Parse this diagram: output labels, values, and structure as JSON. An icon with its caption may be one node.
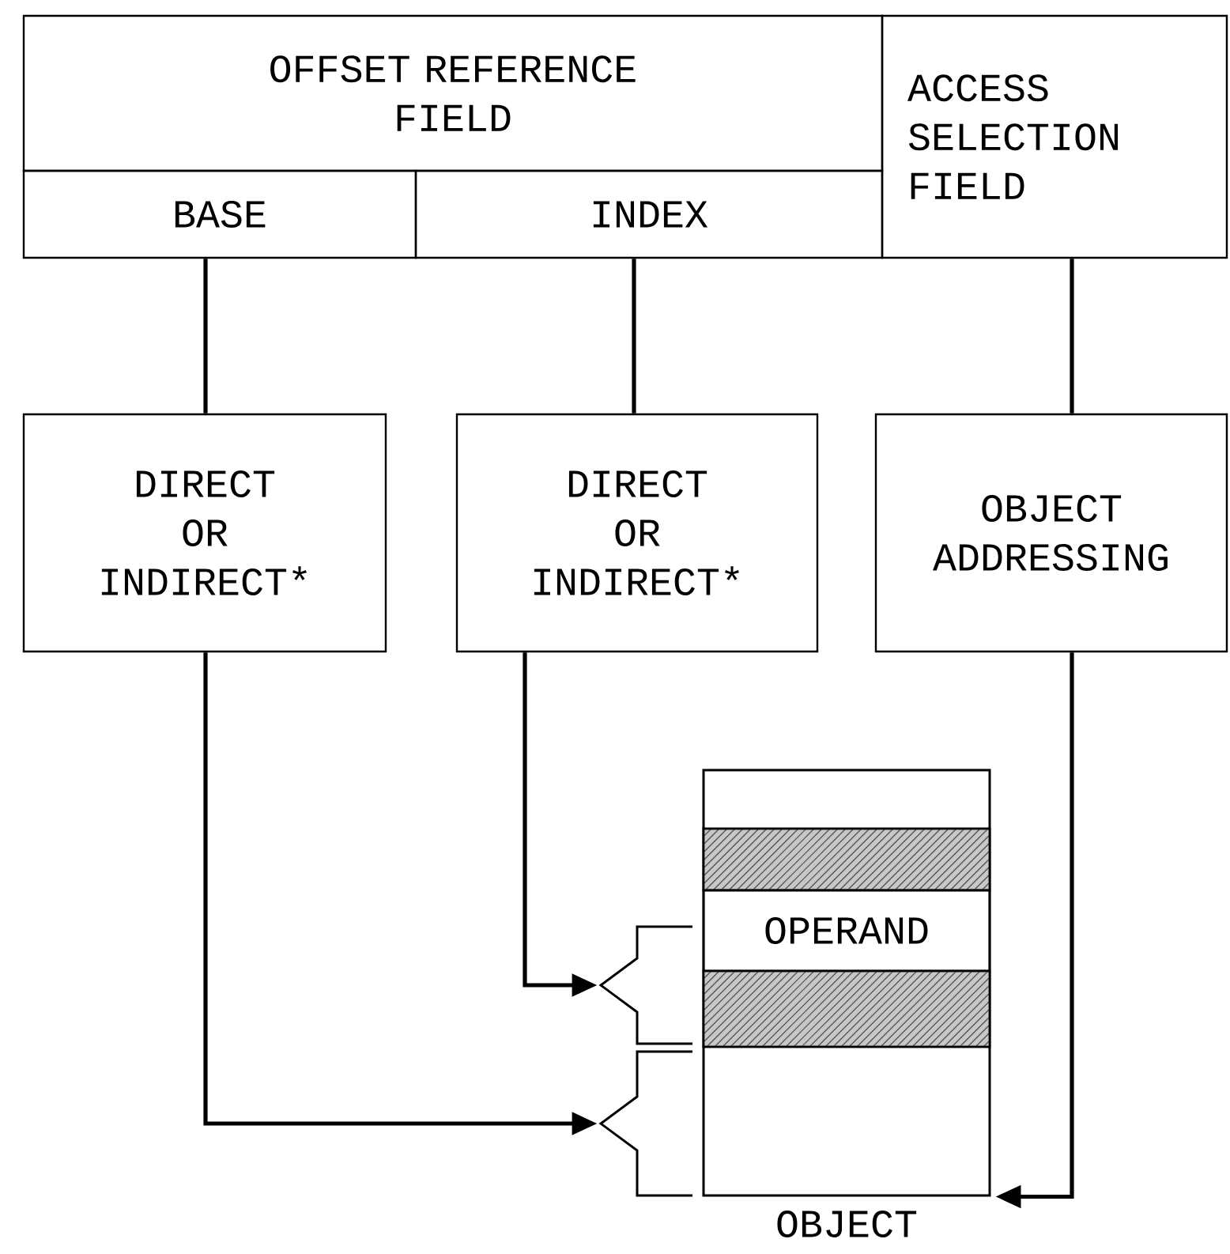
{
  "diagram": {
    "nodes": [
      {
        "text": [
          "OFFSET REFERENCE FIELD"
        ]
      },
      {
        "text": [
          "BASE"
        ]
      },
      {
        "text": [
          "INDEX"
        ]
      },
      {
        "text": [
          "ACCESS SELECTION FIELD"
        ]
      },
      {
        "text": [
          "DIRECT OR INDIRECT*"
        ]
      },
      {
        "text": [
          "DIRECT OR INDIRECT*"
        ]
      },
      {
        "text": [
          "OBJECT ADDRESSING"
        ]
      },
      {
        "text": [],
        "shape": "box",
        "beside": [
          "OBJECT"
        ]
      },
      {
        "text": [],
        "shape": "bar",
        "in": 7
      },
      {
        "text": [
          "OPERAND"
        ],
        "in": 7
      },
      {
        "text": [],
        "shape": "bar",
        "in": 7
      },
      {
        "text": [],
        "shape": "brace"
      },
      {
        "text": [],
        "shape": "brace"
      }
    ],
    "edges": [
      {
        "from": 1,
        "to": 4,
        "arrow": "none"
      },
      {
        "from": 2,
        "to": 5,
        "arrow": "none"
      },
      {
        "from": 3,
        "to": 6,
        "arrow": "none"
      },
      {
        "from": 5,
        "to": 11,
        "arrow": "to"
      },
      {
        "from": 4,
        "to": 12,
        "arrow": "to"
      },
      {
        "from": 6,
        "to": 7,
        "arrow": "to"
      }
    ]
  }
}
